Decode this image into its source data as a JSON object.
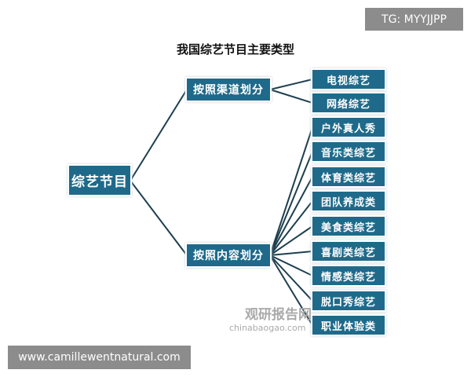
{
  "title": "我国综艺节目主要类型",
  "root": "综艺节目",
  "branches": [
    {
      "label": "按照渠道划分",
      "children": [
        "电视综艺",
        "网络综艺"
      ]
    },
    {
      "label": "按照内容划分",
      "children": [
        "户外真人秀",
        "音乐类综艺",
        "体育类综艺",
        "团队养成类",
        "美食类综艺",
        "喜剧类综艺",
        "情感类综艺",
        "脱口秀综艺",
        "职业体验类"
      ]
    }
  ],
  "box_color": "#1f6a8a",
  "watermarks": {
    "top_right": "TG: MYYJJPP",
    "bottom_left": "www.camillewentnatural.com",
    "logo_cn": "观研报告网",
    "logo_en": "chinabaogao.com"
  }
}
